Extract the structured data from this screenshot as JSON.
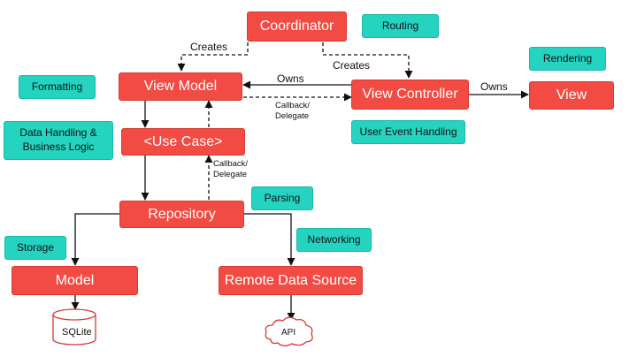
{
  "components": {
    "coordinator": "Coordinator",
    "view_model": "View Model",
    "view_controller": "View Controller",
    "view": "View",
    "use_case": "<Use Case>",
    "repository": "Repository",
    "model": "Model",
    "remote_data_source": "Remote Data Source",
    "sqlite": "SQLite",
    "api": "API"
  },
  "responsibilities": {
    "routing": "Routing",
    "rendering": "Rendering",
    "formatting": "Formatting",
    "data_handling": "Data Handling & Business Logic",
    "user_event_handling": "User Event Handling",
    "parsing": "Parsing",
    "networking": "Networking",
    "storage": "Storage"
  },
  "edges": {
    "creates_vm": "Creates",
    "creates_vc": "Creates",
    "owns_vm": "Owns",
    "owns_view": "Owns",
    "callback_vc": "Callback/ Delegate",
    "callback_uc": "Callback/ Delegate"
  },
  "colors": {
    "component": "#f24b43",
    "responsibility": "#24d3c0",
    "line": "#111111"
  }
}
